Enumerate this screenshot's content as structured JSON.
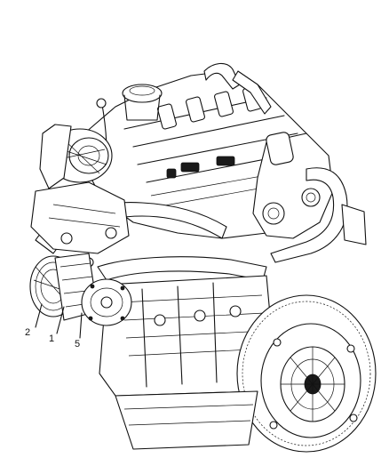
{
  "callouts": [
    {
      "id": "2",
      "text": "2"
    },
    {
      "id": "1",
      "text": "1"
    },
    {
      "id": "5",
      "text": "5"
    }
  ]
}
